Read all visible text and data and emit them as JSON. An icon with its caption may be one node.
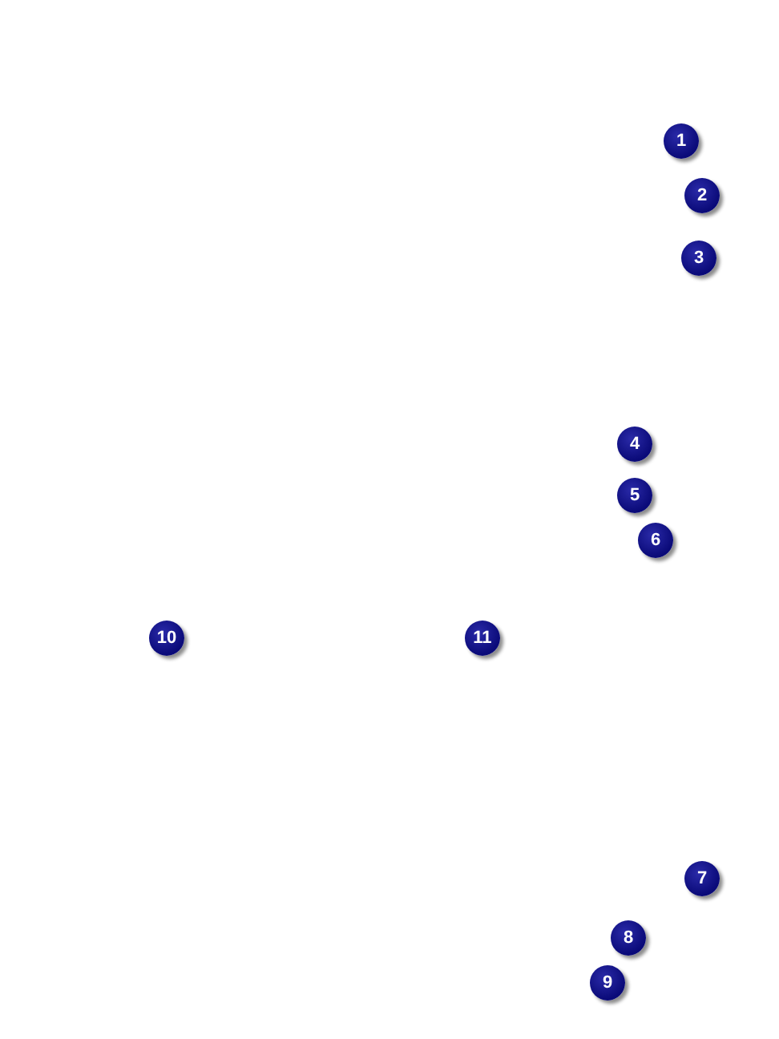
{
  "diagram": {
    "labels": [
      "1",
      "2",
      "3",
      "4",
      "5",
      "6",
      "10",
      "11",
      "7",
      "8",
      "9"
    ]
  }
}
